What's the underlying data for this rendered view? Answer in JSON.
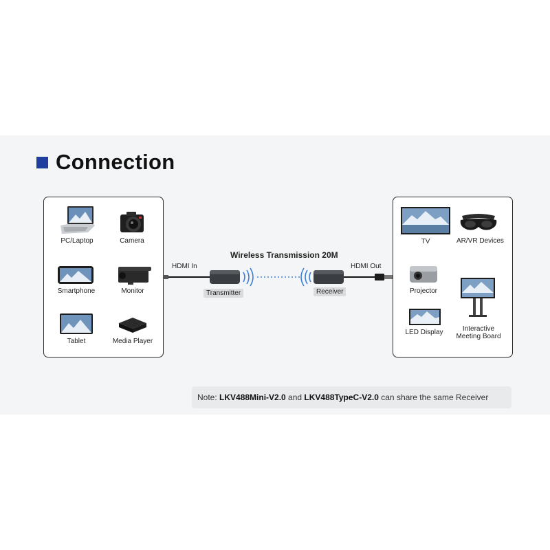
{
  "heading": "Connection",
  "accent_color": "#1f3e9e",
  "sources": [
    {
      "label": "PC/Laptop",
      "icon": "laptop-icon"
    },
    {
      "label": "Camera",
      "icon": "camera-icon"
    },
    {
      "label": "Smartphone",
      "icon": "smartphone-icon"
    },
    {
      "label": "Monitor",
      "icon": "monitor-camera-icon"
    },
    {
      "label": "Tablet",
      "icon": "tablet-icon"
    },
    {
      "label": "Media Player",
      "icon": "media-player-icon"
    }
  ],
  "displays": [
    {
      "label": "TV",
      "icon": "tv-icon"
    },
    {
      "label": "AR/VR Devices",
      "icon": "vr-headset-icon"
    },
    {
      "label": "Projector",
      "icon": "projector-icon"
    },
    {
      "label": "LED Display",
      "icon": "led-display-icon"
    },
    {
      "label_line1": "Interactive",
      "label_line2": "Meeting Board",
      "icon": "meeting-board-icon"
    }
  ],
  "link": {
    "hdmi_in": "HDMI In",
    "hdmi_out": "HDMI Out",
    "title": "Wireless Transmission 20M",
    "transmitter": "Transmitter",
    "receiver": "Receiver"
  },
  "note": {
    "prefix": "Note: ",
    "model1": "LKV488Mini-V2.0",
    "middle": " and ",
    "model2": "LKV488TypeC-V2.0",
    "suffix": " can share the same Receiver"
  }
}
